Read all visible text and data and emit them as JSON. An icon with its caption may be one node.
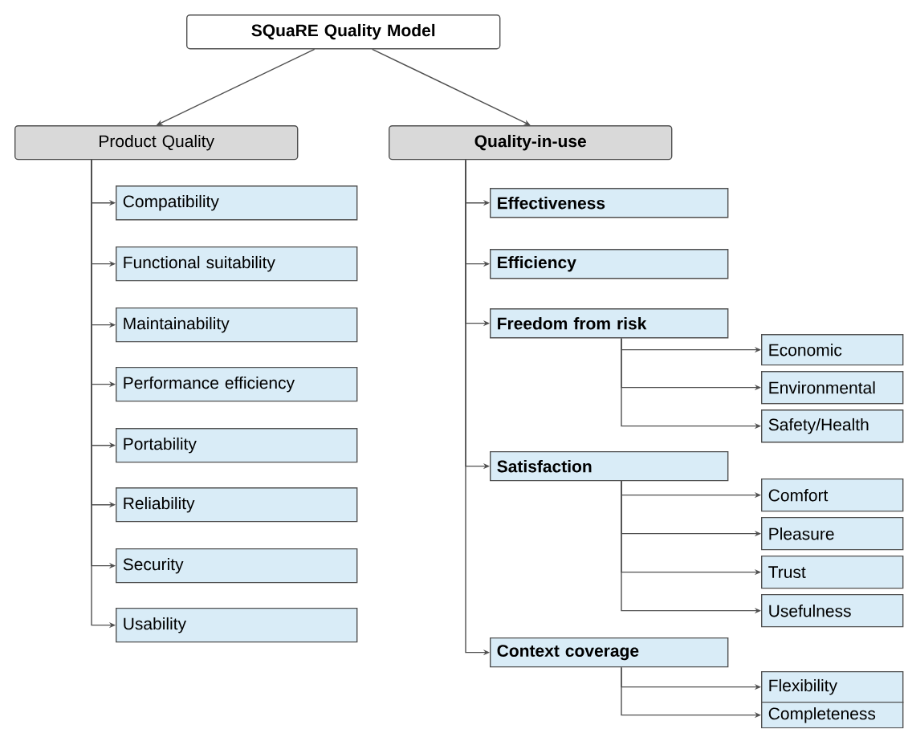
{
  "diagram": {
    "nodes": [
      {
        "text": [
          "SQuaRE Quality Model"
        ]
      },
      {
        "text": [
          "Product Quality"
        ]
      },
      {
        "text": [
          "Quality-in-use"
        ]
      },
      {
        "text": [
          "Compatibility"
        ]
      },
      {
        "text": [
          "Functional suitability"
        ]
      },
      {
        "text": [
          "Maintainability"
        ]
      },
      {
        "text": [
          "Performance efficiency"
        ]
      },
      {
        "text": [
          "Portability"
        ]
      },
      {
        "text": [
          "Reliability"
        ]
      },
      {
        "text": [
          "Security"
        ]
      },
      {
        "text": [
          "Usability"
        ]
      },
      {
        "text": [
          "Effectiveness"
        ]
      },
      {
        "text": [
          "Efficiency"
        ]
      },
      {
        "text": [
          "Freedom from risk"
        ]
      },
      {
        "text": [
          "Economic"
        ]
      },
      {
        "text": [
          "Environmental"
        ]
      },
      {
        "text": [
          "Safety/Health"
        ]
      },
      {
        "text": [
          "Satisfaction"
        ]
      },
      {
        "text": [
          "Comfort"
        ]
      },
      {
        "text": [
          "Pleasure"
        ]
      },
      {
        "text": [
          "Trust"
        ]
      },
      {
        "text": [
          "Usefulness"
        ]
      },
      {
        "text": [
          "Context coverage"
        ]
      },
      {
        "text": [
          "Flexibility"
        ]
      },
      {
        "text": [
          "Completeness"
        ]
      }
    ],
    "edges": [
      {
        "from": 0,
        "to": 1,
        "arrow": "to"
      },
      {
        "from": 0,
        "to": 2,
        "arrow": "to"
      },
      {
        "from": 1,
        "to": 3,
        "arrow": "to"
      },
      {
        "from": 1,
        "to": 4,
        "arrow": "to"
      },
      {
        "from": 1,
        "to": 5,
        "arrow": "to"
      },
      {
        "from": 1,
        "to": 6,
        "arrow": "to"
      },
      {
        "from": 1,
        "to": 7,
        "arrow": "to"
      },
      {
        "from": 1,
        "to": 8,
        "arrow": "to"
      },
      {
        "from": 1,
        "to": 9,
        "arrow": "to"
      },
      {
        "from": 1,
        "to": 10,
        "arrow": "to"
      },
      {
        "from": 2,
        "to": 11,
        "arrow": "to"
      },
      {
        "from": 2,
        "to": 12,
        "arrow": "to"
      },
      {
        "from": 2,
        "to": 13,
        "arrow": "to"
      },
      {
        "from": 2,
        "to": 17,
        "arrow": "to"
      },
      {
        "from": 2,
        "to": 22,
        "arrow": "to"
      },
      {
        "from": 13,
        "to": 14,
        "arrow": "to"
      },
      {
        "from": 13,
        "to": 15,
        "arrow": "to"
      },
      {
        "from": 13,
        "to": 16,
        "arrow": "to"
      },
      {
        "from": 17,
        "to": 18,
        "arrow": "to"
      },
      {
        "from": 17,
        "to": 19,
        "arrow": "to"
      },
      {
        "from": 17,
        "to": 20,
        "arrow": "to"
      },
      {
        "from": 17,
        "to": 21,
        "arrow": "to"
      },
      {
        "from": 22,
        "to": 23,
        "arrow": "to"
      },
      {
        "from": 22,
        "to": 24,
        "arrow": "to"
      }
    ]
  }
}
